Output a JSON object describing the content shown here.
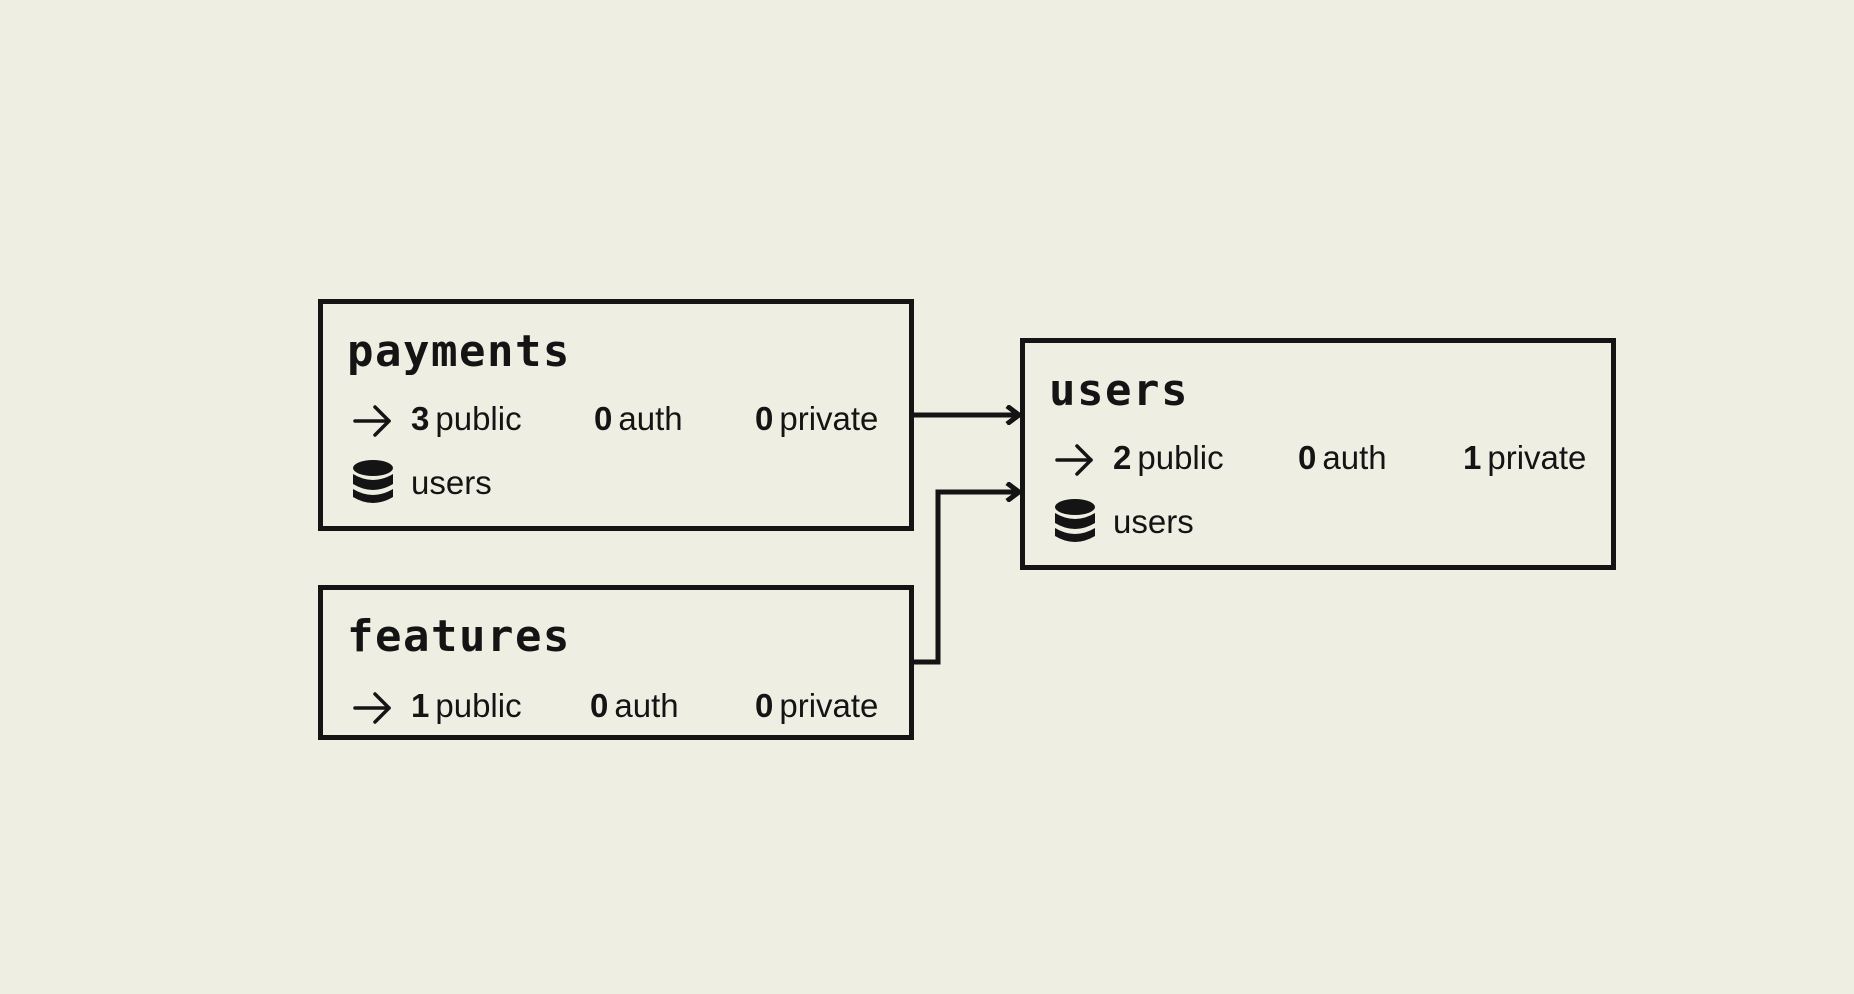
{
  "services": {
    "payments": {
      "name": "payments",
      "public_count": "3",
      "public_label": "public",
      "auth_count": "0",
      "auth_label": "auth",
      "private_count": "0",
      "private_label": "private",
      "database": "users",
      "endpoint_icon": "arrow-right-icon",
      "database_icon": "database-icon"
    },
    "features": {
      "name": "features",
      "public_count": "1",
      "public_label": "public",
      "auth_count": "0",
      "auth_label": "auth",
      "private_count": "0",
      "private_label": "private",
      "endpoint_icon": "arrow-right-icon"
    },
    "users": {
      "name": "users",
      "public_count": "2",
      "public_label": "public",
      "auth_count": "0",
      "auth_label": "auth",
      "private_count": "1",
      "private_label": "private",
      "database": "users",
      "endpoint_icon": "arrow-right-icon",
      "database_icon": "database-icon"
    }
  },
  "edges": [
    {
      "from": "payments",
      "to": "users"
    },
    {
      "from": "features",
      "to": "users"
    }
  ],
  "colors": {
    "background": "#eeeee2",
    "ink": "#141414"
  }
}
